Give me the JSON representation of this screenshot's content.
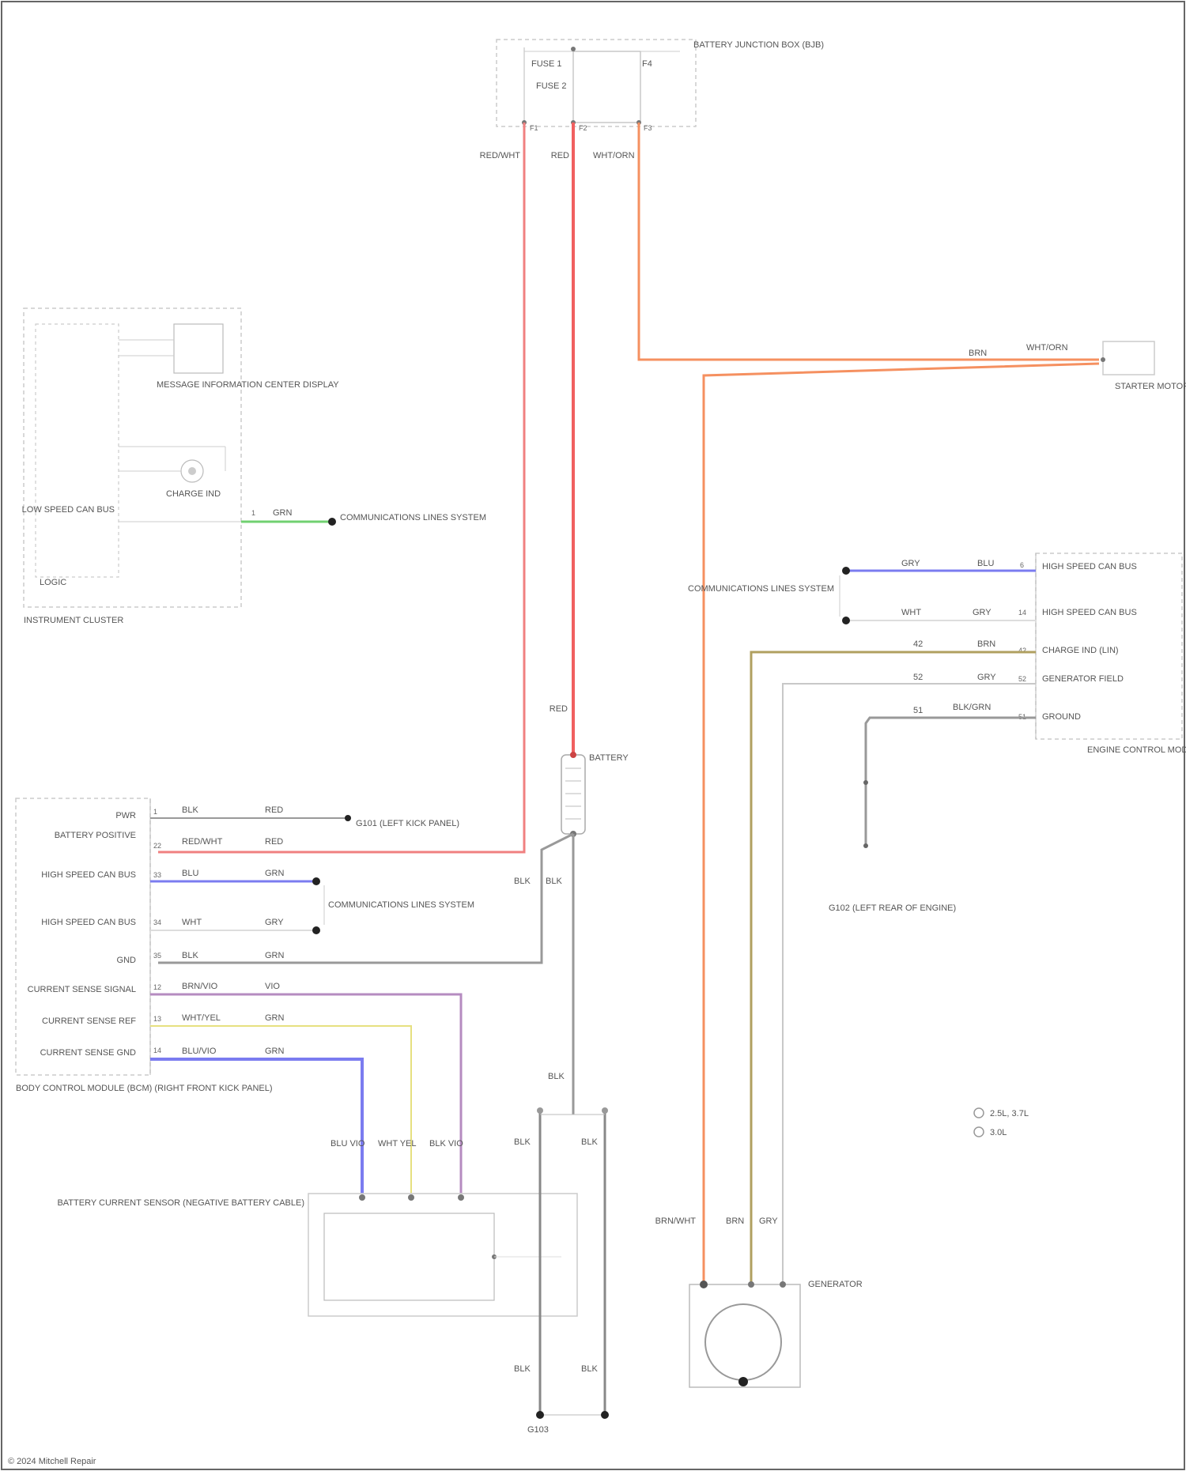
{
  "diagram": {
    "fuse_box": {
      "name": "BATTERY JUNCTION BOX (BJB)",
      "fuses": [
        "FUSE 1",
        "FUSE 2",
        "F4"
      ],
      "pins": [
        "F1",
        "F2",
        "F3",
        "F4"
      ]
    },
    "instrument_cluster": {
      "name": "INSTRUMENT CLUSTER",
      "parts": [
        "MESSAGE INFORMATION CENTER DISPLAY",
        "CHARGE IND"
      ],
      "signals": [
        "LOW SPEED CAN BUS",
        "LOGIC"
      ],
      "pin": "1",
      "wire": "GRN",
      "dest": "COMMUNICATIONS LINES SYSTEM"
    },
    "starter": {
      "name": "STARTER MOTOR",
      "wires": [
        "BRN",
        "WHT/ORN"
      ]
    },
    "battery": {
      "name": "BATTERY",
      "wires": [
        "RED",
        "BLK",
        "BLK",
        "BLK"
      ]
    },
    "body_module": {
      "name": "BODY CONTROL MODULE (BCM) (RIGHT FRONT KICK PANEL)",
      "rows": [
        {
          "label": "PWR",
          "pin": "1",
          "c1": "BLK",
          "c2": "RED"
        },
        {
          "label": "BATTERY POSITIVE",
          "pin": "22",
          "c1": "RED/WHT",
          "c2": "RED"
        },
        {
          "label": "HIGH SPEED CAN BUS",
          "pin": "33",
          "c1": "BLU",
          "c2": "GRN"
        },
        {
          "label": "HIGH SPEED CAN BUS",
          "pin": "34",
          "c1": "WHT",
          "c2": "GRY"
        },
        {
          "label": "GND",
          "pin": "35",
          "c1": "BLK",
          "c2": "GRN"
        },
        {
          "label": "CURRENT SENSE SIGNAL",
          "pin": "12",
          "c1": "BRN/VIO",
          "c2": "VIO"
        },
        {
          "label": "CURRENT SENSE REF",
          "pin": "13",
          "c1": "WHT/YEL",
          "c2": "GRN"
        },
        {
          "label": "CURRENT SENSE GND",
          "pin": "14",
          "c1": "BLU/VIO",
          "c2": "GRN"
        }
      ],
      "dest_pwr": "G101 (LEFT KICK PANEL)",
      "dest_can": "COMMUNICATIONS LINES SYSTEM"
    },
    "pcm": {
      "name": "ENGINE CONTROL MODULE (LEFT OF TRANSMISSION)",
      "rows": [
        {
          "label": "HIGH SPEED CAN BUS",
          "pin": "6",
          "c1": "GRY",
          "c2": "BLU"
        },
        {
          "label": "HIGH SPEED CAN BUS",
          "pin": "14",
          "c1": "WHT",
          "c2": "GRY"
        },
        {
          "label": "CHARGE IND (LIN)",
          "pin": "42",
          "c1": "42",
          "c2": "BRN"
        },
        {
          "label": "GENERATOR FIELD",
          "pin": "52",
          "c1": "52",
          "c2": "GRY"
        },
        {
          "label": "GROUND",
          "pin": "51",
          "c1": "51",
          "c2": "BLK/GRN"
        }
      ],
      "dest_can": "COMMUNICATIONS LINES SYSTEM",
      "ground": "G102 (LEFT REAR OF ENGINE)"
    },
    "sensor": {
      "name": "BATTERY CURRENT SENSOR (NEGATIVE BATTERY CABLE)",
      "wires": [
        "BLU VIO",
        "WHT YEL",
        "BLK VIO"
      ]
    },
    "ground_pair": {
      "wires": [
        "BLK",
        "BLK",
        "BLK",
        "BLK"
      ],
      "ground": "G103"
    },
    "generator": {
      "name": "GENERATOR",
      "wires": [
        "BRN/WHT",
        "BRN",
        "GRY"
      ]
    },
    "legend": [
      "2.5L, 3.7L",
      "3.0L"
    ],
    "footer": "© 2024 Mitchell Repair"
  },
  "colors": {
    "red": "#f08080",
    "orange": "#f59060",
    "blue": "#7b7cf0",
    "green": "#70d070",
    "gray": "#999999",
    "violet": "#b58bc0",
    "yellow": "#e6e080",
    "olive": "#b0a060",
    "lightgray": "#c8c8c8"
  }
}
